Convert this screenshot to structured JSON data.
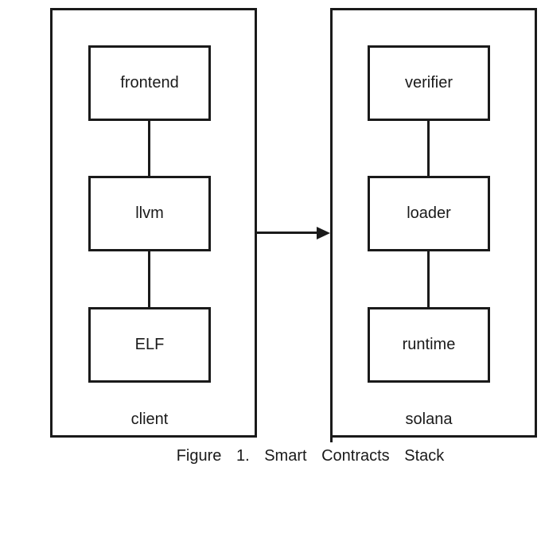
{
  "figure": {
    "caption": "Figure 1. Smart Contracts Stack"
  },
  "diagram": {
    "groups": [
      {
        "label": "client",
        "nodes": [
          {
            "label": "frontend"
          },
          {
            "label": "llvm"
          },
          {
            "label": "ELF"
          }
        ]
      },
      {
        "label": "solana",
        "nodes": [
          {
            "label": "verifier"
          },
          {
            "label": "loader"
          },
          {
            "label": "runtime"
          }
        ]
      }
    ],
    "arrow": {
      "from": "client",
      "to": "solana",
      "direction": "right"
    },
    "colors": {
      "line": "#1a1a1a",
      "text": "#1a1a1a",
      "background": "#ffffff"
    }
  }
}
